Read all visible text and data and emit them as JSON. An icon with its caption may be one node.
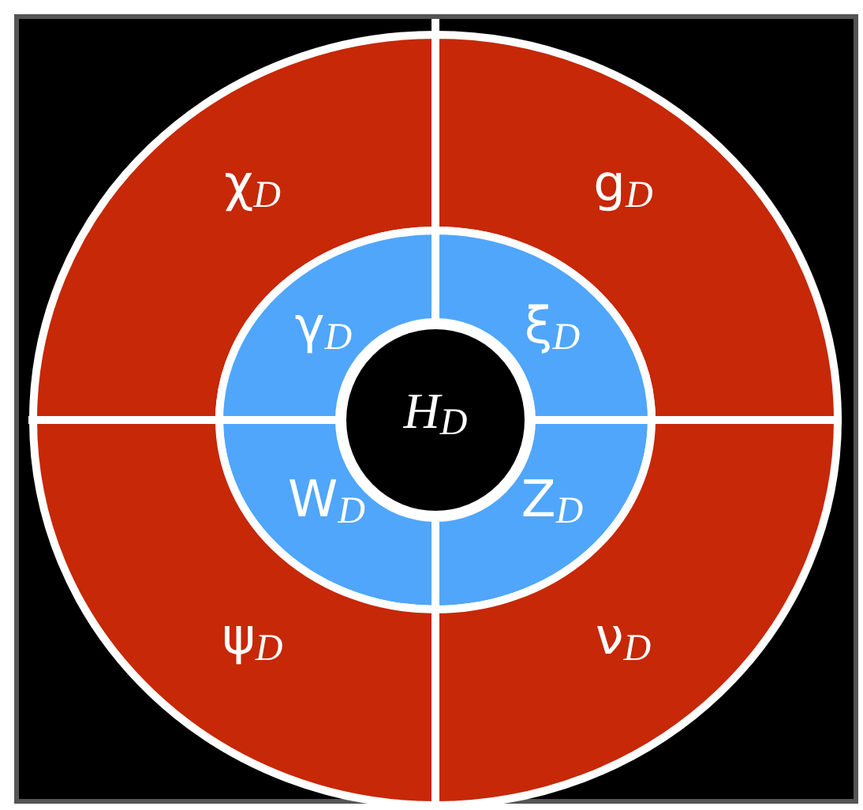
{
  "diagram": {
    "nodes": [
      {
        "text": [
          "χ$_{D}$"
        ]
      },
      {
        "text": [
          "g$_{D}$"
        ]
      },
      {
        "text": [
          "γ$_{D}$"
        ]
      },
      {
        "text": [
          "ξ$_{D}$"
        ]
      },
      {
        "text": [
          "H$_{D}$"
        ]
      },
      {
        "text": [
          "W$_{D}$"
        ]
      },
      {
        "text": [
          "Z$_{D}$"
        ]
      },
      {
        "text": [
          "ψ$_{D}$"
        ]
      },
      {
        "text": [
          "ν$_{D}$"
        ]
      }
    ]
  }
}
